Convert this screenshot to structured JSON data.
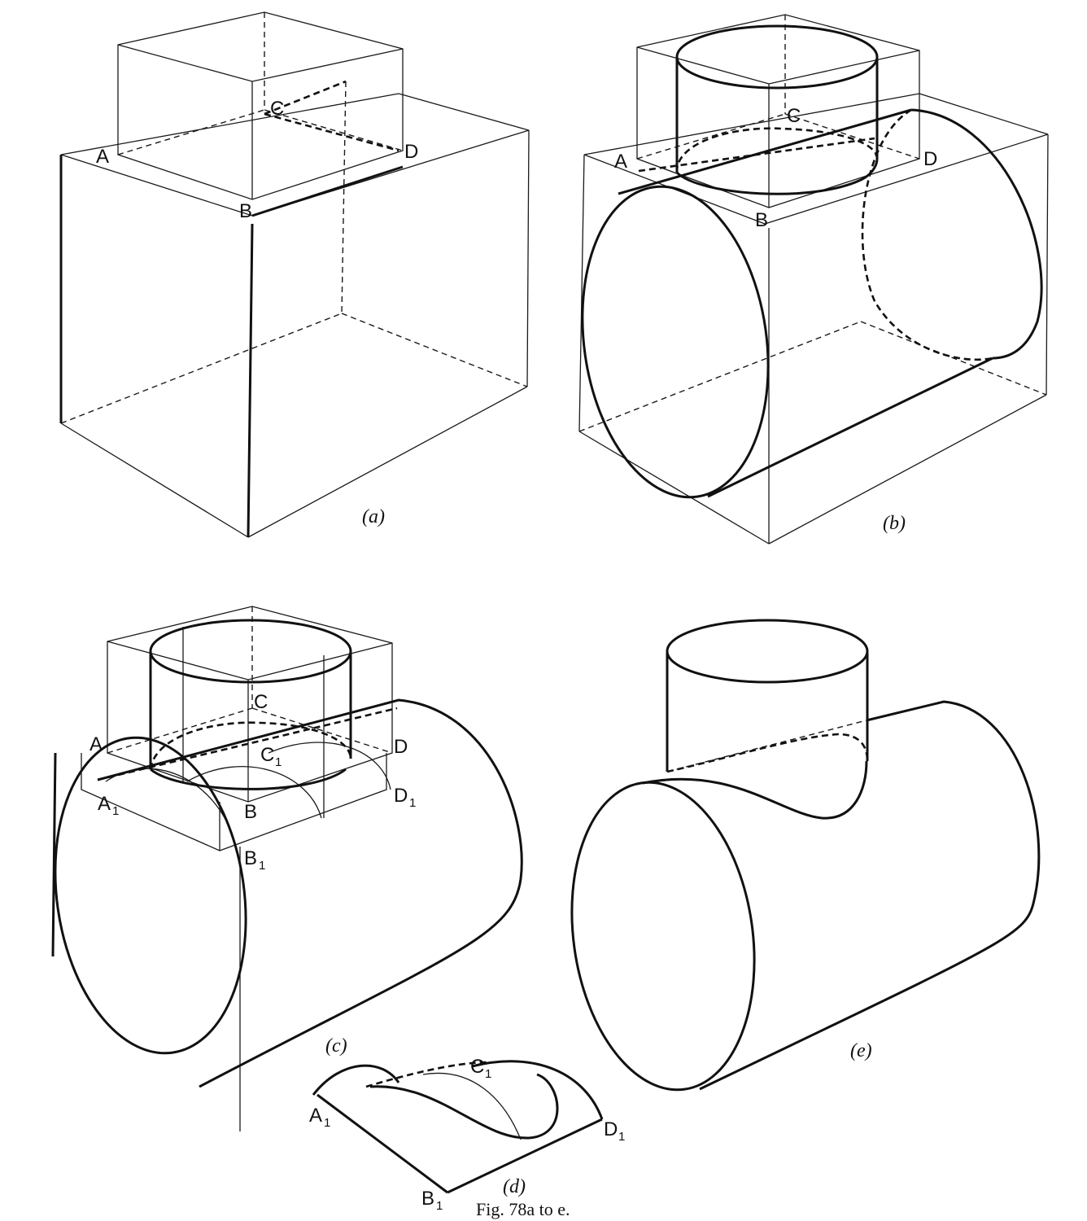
{
  "figure": {
    "caption": "Fig. 78a to e."
  },
  "panels": [
    {
      "id": "a",
      "caption": "(a)",
      "labels": [
        "A",
        "B",
        "C",
        "D"
      ]
    },
    {
      "id": "b",
      "caption": "(b)",
      "labels": [
        "A",
        "B",
        "C",
        "D"
      ]
    },
    {
      "id": "c",
      "caption": "(c)",
      "labels": [
        "A",
        "B",
        "C",
        "D",
        "A",
        "B",
        "C",
        "D"
      ],
      "subscript": "1"
    },
    {
      "id": "d",
      "caption": "(d)",
      "labels": [
        "A",
        "B",
        "C",
        "D"
      ],
      "subscript": "1"
    },
    {
      "id": "e",
      "caption": "(e)"
    }
  ]
}
